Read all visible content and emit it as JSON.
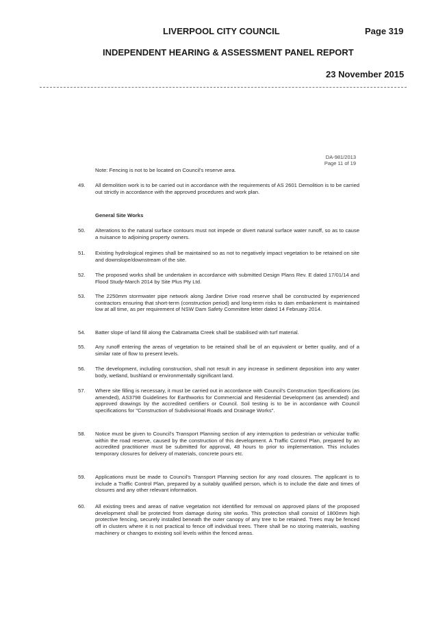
{
  "header": {
    "council": "LIVERPOOL CITY COUNCIL",
    "page": "Page 319",
    "report_title": "INDEPENDENT HEARING & ASSESSMENT PANEL REPORT",
    "date": "23 November 2015"
  },
  "document_ref": {
    "da_number": "DA-981/2013",
    "page_of": "Page 11 of 19"
  },
  "note": "Note: Fencing is not to be located on Council's reserve area.",
  "section_heading": "General Site Works",
  "conditions": [
    {
      "num": "49.",
      "text": "All demolition work is to be carried out in accordance with the requirements of AS 2601 Demolition is to be carried out strictly in accordance with the approved procedures and work plan."
    },
    {
      "num": "50.",
      "text": "Alterations to the natural surface contours must not impede or divert natural surface water runoff, so as to cause a nuisance to adjoining property owners."
    },
    {
      "num": "51.",
      "text": "Existing hydrological regimes shall be maintained so as not to negatively impact vegetation to be retained on site and downslope/downstream of the site."
    },
    {
      "num": "52.",
      "text": "The proposed works shall be undertaken in accordance with submitted Design Plans Rev. E dated 17/01/14 and Flood Study-March 2014 by Site Plus Pty Ltd."
    },
    {
      "num": "53.",
      "text": "The 2250mm stormwater pipe network along Jardine Drive road reserve shall be constructed by experienced contractors ensuring that short-term (construction period) and long-term risks to dam embankment is maintained low at all time, as per requirement of NSW Dam Safety Committee letter dated 14 February 2014."
    },
    {
      "num": "54.",
      "text": "Batter slope of land fill along the Cabramatta Creek shall be stabilised with turf material."
    },
    {
      "num": "55.",
      "text": "Any runoff entering the areas of vegetation to be retained shall be of an equivalent or better quality, and of a similar rate of flow to present levels."
    },
    {
      "num": "56.",
      "text": "The development, including construction, shall not result in any increase in sediment deposition into any water body, wetland, bushland or environmentally significant land."
    },
    {
      "num": "57.",
      "text": "Where site filling is necessary, it must be carried out in accordance with Council's Construction Specifications (as amended), AS3798 Guidelines for Earthworks for Commercial and Residential Development (as amended) and approved drawings by the accredited certifiers or Council. Soil testing is to be in accordance with Council specifications for \"Construction of Subdivisional Roads and Drainage Works\"."
    },
    {
      "num": "58.",
      "text": "Notice must be given to Council's Transport Planning section of any interruption to pedestrian or vehicular traffic within the road reserve, caused by the construction of this development. A Traffic Control Plan, prepared by an accredited practitioner must be submitted for approval, 48 hours to prior to implementation. This includes temporary closures for delivery of materials, concrete pours etc."
    },
    {
      "num": "59.",
      "text": "Applications must be made to Council's Transport Planning section for any road closures. The applicant is to include a Traffic Control Plan, prepared by a suitably qualified person, which is to include the date and times of closures and any other relevant information."
    },
    {
      "num": "60.",
      "text": "All existing trees and areas of native vegetation not identified for removal on approved plans of the proposed development shall be protected from damage during site works. This protection shall consist of 1800mm high protective fencing, securely installed beneath the outer canopy of any tree to be retained. Trees may be fenced off in clusters where it is not practical to fence off individual trees. There shall be no storing materials, washing machinery or changes to existing soil levels within the fenced areas."
    }
  ]
}
